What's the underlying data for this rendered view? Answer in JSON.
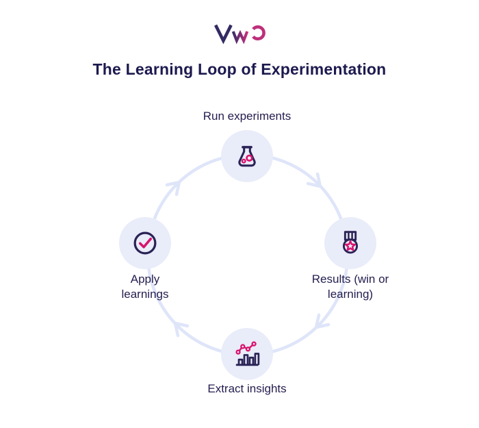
{
  "logo": {
    "text": "VWO"
  },
  "title": "The Learning Loop of Experimentation",
  "loop": {
    "direction": "clockwise",
    "nodes": [
      {
        "label": "Run experiments",
        "icon": "flask-icon",
        "position": "top"
      },
      {
        "label": "Results (win or learning)",
        "icon": "medal-icon",
        "position": "right"
      },
      {
        "label": "Extract insights",
        "icon": "bar-chart-icon",
        "position": "bottom"
      },
      {
        "label": "Apply learnings",
        "icon": "check-circle-icon",
        "position": "left"
      }
    ]
  },
  "colors": {
    "icon_navy": "#2a2356",
    "accent_pink": "#d8136e",
    "ring": "#dfe5f9",
    "node_background": "#e9ecf9",
    "text": "#221d4e",
    "title_text": "#1d1a4f",
    "logo_navy": "#332a63",
    "logo_pink": "#be2f7b"
  }
}
